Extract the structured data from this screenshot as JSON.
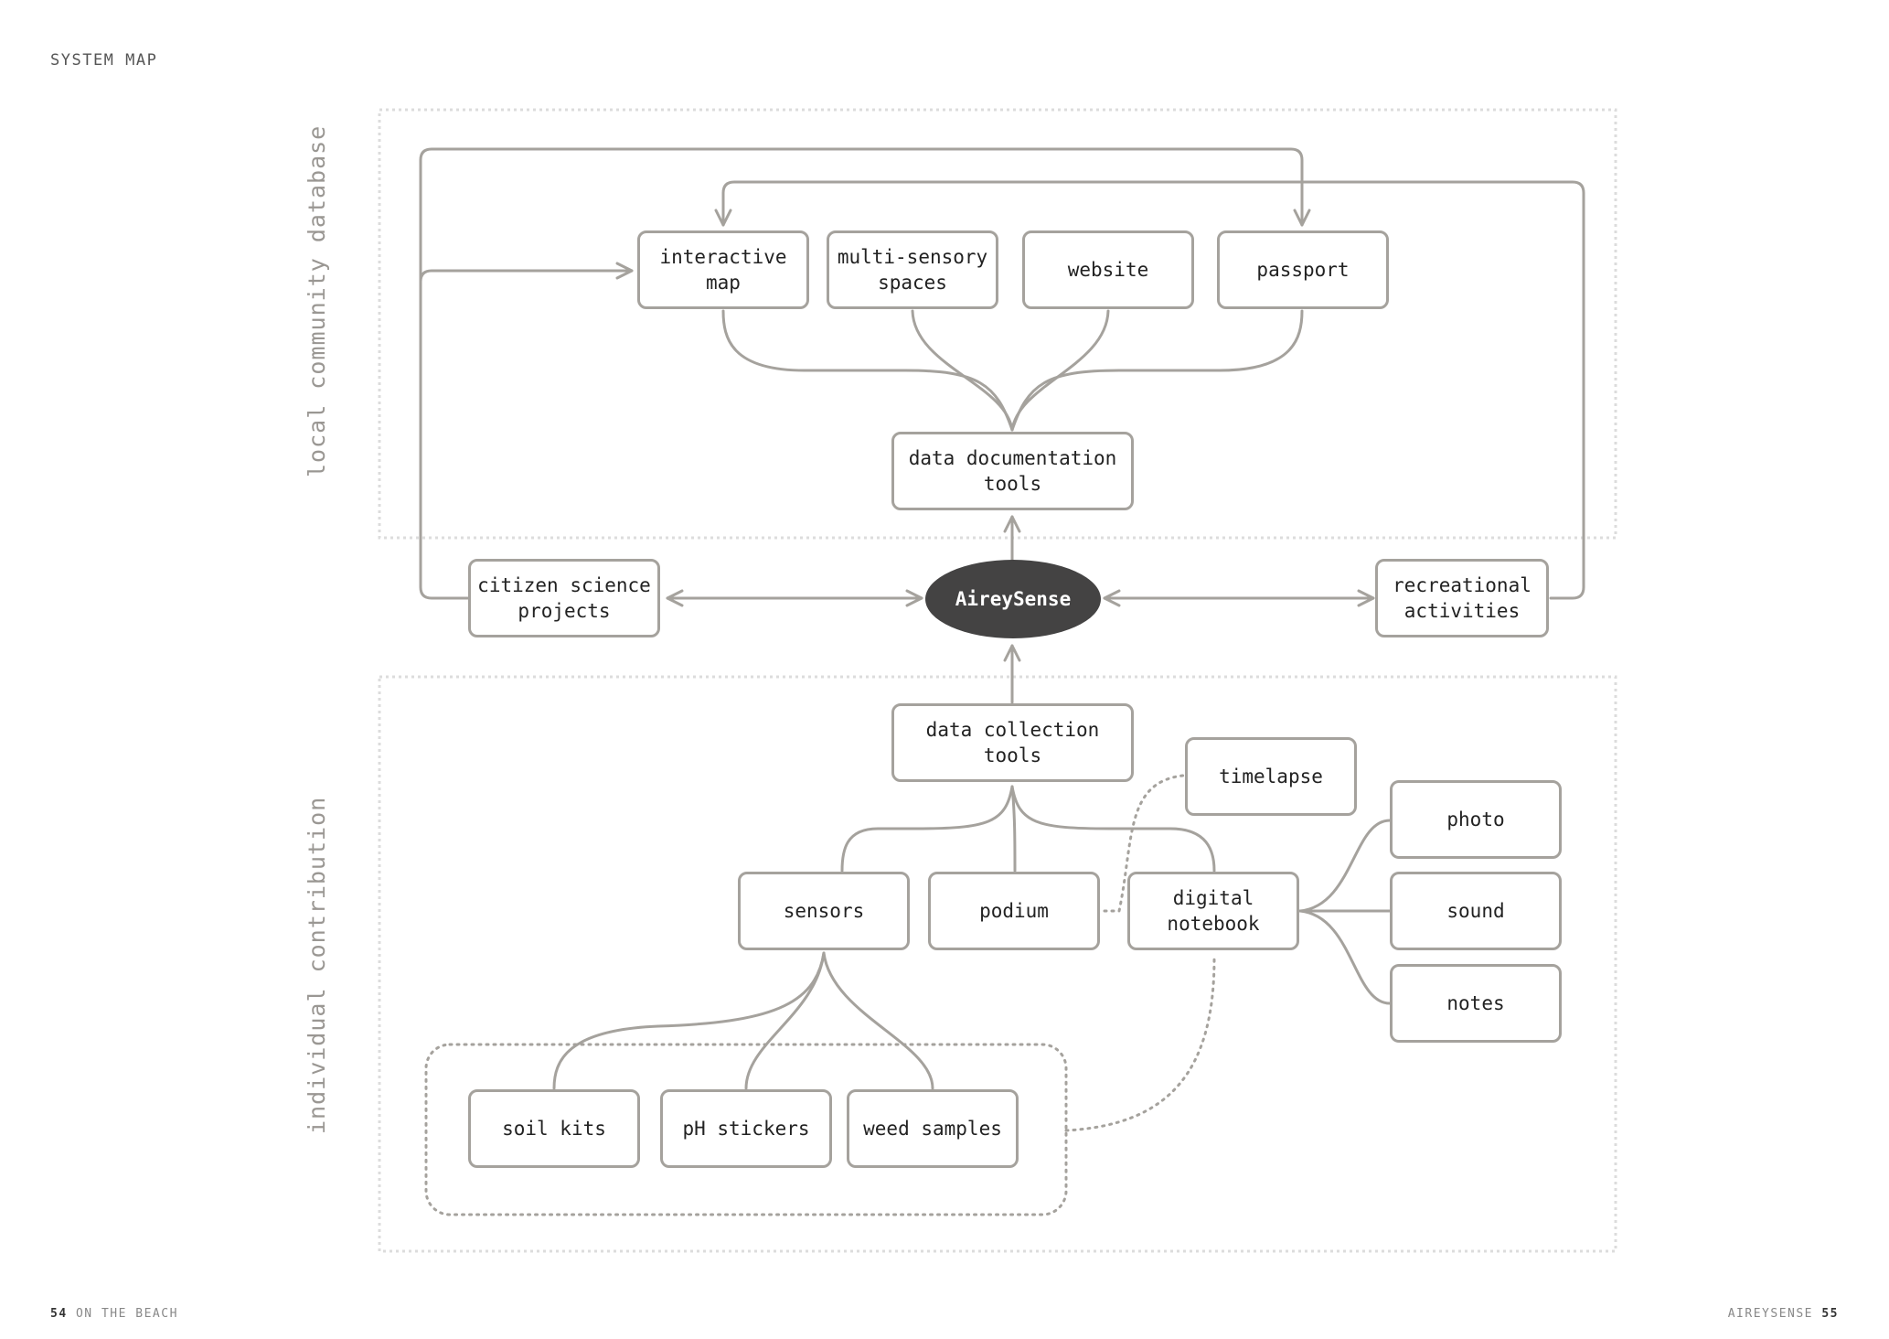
{
  "header": {
    "title": "SYSTEM MAP"
  },
  "footer": {
    "left_page": "54",
    "left_text": "ON THE BEACH",
    "right_text": "AIREYSENSE",
    "right_page": "55"
  },
  "sections": {
    "top": "local community database",
    "bottom": "individual contribution"
  },
  "hub": {
    "label": "AireySense"
  },
  "nodes": {
    "interactive_map": "interactive\nmap",
    "multi_sensory": "multi-sensory\nspaces",
    "website": "website",
    "passport": "passport",
    "data_documentation": "data documentation\ntools",
    "citizen_science": "citizen science\nprojects",
    "recreational": "recreational\nactivities",
    "data_collection": "data collection\ntools",
    "timelapse": "timelapse",
    "photo": "photo",
    "sensors": "sensors",
    "podium": "podium",
    "digital_notebook": "digital\nnotebook",
    "sound": "sound",
    "notes": "notes",
    "soil_kits": "soil kits",
    "ph_stickers": "pH stickers",
    "weed_samples": "weed samples"
  },
  "colors": {
    "line": "#a5a29d",
    "hub_fill": "#444343",
    "dashed": "#dcdcdc"
  }
}
